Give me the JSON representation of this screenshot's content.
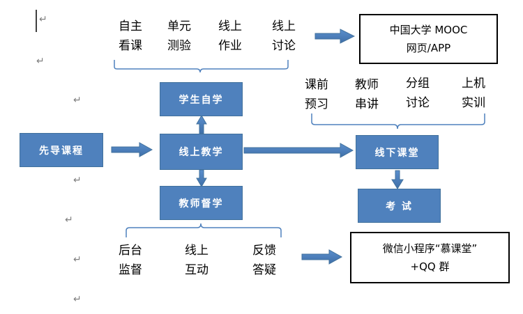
{
  "boxes": {
    "xiandao": "先导课程",
    "xuesheng": "学生自学",
    "xianshang": "线上教学",
    "jiaoshi": "教师督学",
    "xianxia": "线下课堂",
    "kaoshi": "考  试"
  },
  "top_labels": [
    {
      "line1": "自主",
      "line2": "看课"
    },
    {
      "line1": "单元",
      "line2": "测验"
    },
    {
      "line1": "线上",
      "line2": "作业"
    },
    {
      "line1": "线上",
      "line2": "讨论"
    }
  ],
  "right_labels": [
    {
      "line1": "课前",
      "line2": "预习"
    },
    {
      "line1": "教师",
      "line2": "串讲"
    },
    {
      "line1": "分组",
      "line2": "讨论"
    },
    {
      "line1": "上机",
      "line2": "实训"
    }
  ],
  "bottom_labels": [
    {
      "line1": "后台",
      "line2": "监督"
    },
    {
      "line1": "线上",
      "line2": "互动"
    },
    {
      "line1": "反馈",
      "line2": "答疑"
    }
  ],
  "mooc": {
    "line1": "中国大学 MOOC",
    "line2": "网页/APP"
  },
  "wechat": {
    "line1": "微信小程序“慕课堂”",
    "line2": "+QQ 群"
  },
  "colors": {
    "box_fill": "#4f81bd",
    "box_border": "#41719c",
    "arrow": "#4f81bd"
  },
  "marks": {
    "return": "↵"
  }
}
